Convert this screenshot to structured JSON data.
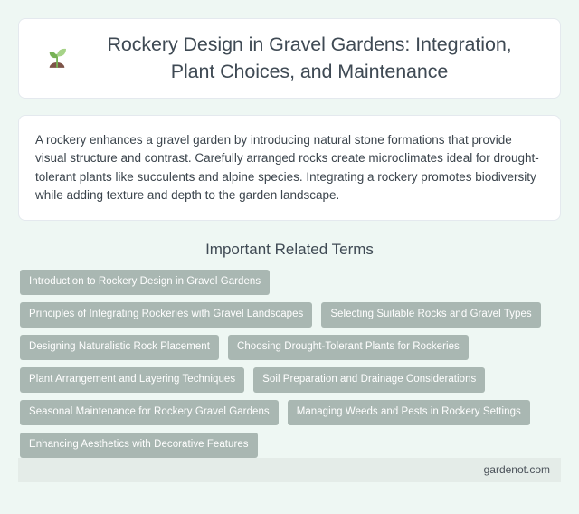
{
  "header": {
    "icon": "seedling-icon",
    "title": "Rockery Design in Gravel Gardens: Integration, Plant Choices, and Maintenance"
  },
  "description": {
    "text": "A rockery enhances a gravel garden by introducing natural stone formations that provide visual structure and contrast. Carefully arranged rocks create microclimates ideal for drought-tolerant plants like succulents and alpine species. Integrating a rockery promotes biodiversity while adding texture and depth to the garden landscape."
  },
  "related_terms": {
    "heading": "Important Related Terms",
    "tags": [
      "Introduction to Rockery Design in Gravel Gardens",
      "Principles of Integrating Rockeries with Gravel Landscapes",
      "Selecting Suitable Rocks and Gravel Types",
      "Designing Naturalistic Rock Placement",
      "Choosing Drought-Tolerant Plants for Rockeries",
      "Plant Arrangement and Layering Techniques",
      "Soil Preparation and Drainage Considerations",
      "Seasonal Maintenance for Rockery Gravel Gardens",
      "Managing Weeds and Pests in Rockery Settings",
      "Enhancing Aesthetics with Decorative Features"
    ]
  },
  "footer": {
    "site": "gardenot.com"
  },
  "colors": {
    "page_background": "#eef7f3",
    "card_background": "#ffffff",
    "card_border": "#e4e9ee",
    "tag_background": "#a9b7b2",
    "tag_text": "#ffffff",
    "heading_text": "#3f4a54",
    "body_text": "#3b444c",
    "footer_background": "#e4ece8",
    "footer_text": "#4a5159"
  }
}
